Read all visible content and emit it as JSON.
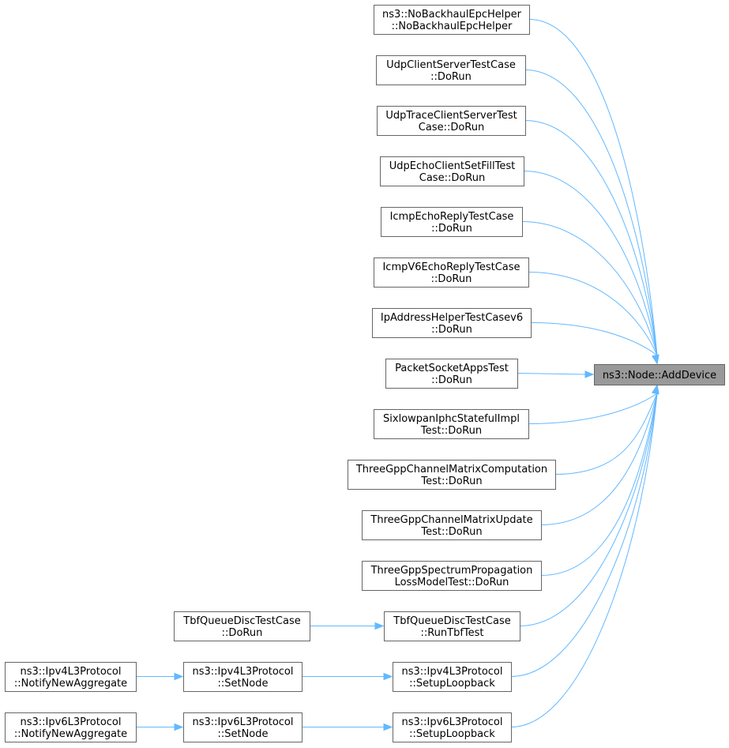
{
  "graph": {
    "target": {
      "lines": [
        "ns3::Node::AddDevice"
      ]
    },
    "nodes": {
      "nobackhaul": {
        "lines": [
          "ns3::NoBackhaulEpcHelper",
          "::NoBackhaulEpcHelper"
        ]
      },
      "udpcs": {
        "lines": [
          "UdpClientServerTestCase",
          "::DoRun"
        ]
      },
      "udptrace": {
        "lines": [
          "UdpTraceClientServerTest",
          "Case::DoRun"
        ]
      },
      "udpecho": {
        "lines": [
          "UdpEchoClientSetFillTest",
          "Case::DoRun"
        ]
      },
      "icmpecho": {
        "lines": [
          "IcmpEchoReplyTestCase",
          "::DoRun"
        ]
      },
      "icmpv6": {
        "lines": [
          "IcmpV6EchoReplyTestCase",
          "::DoRun"
        ]
      },
      "ipaddr": {
        "lines": [
          "IpAddressHelperTestCasev6",
          "::DoRun"
        ]
      },
      "packetsocket": {
        "lines": [
          "PacketSocketAppsTest",
          "::DoRun"
        ]
      },
      "sixlowpan": {
        "lines": [
          "SixlowpanIphcStatefulImpl",
          "Test::DoRun"
        ]
      },
      "threegppcomp": {
        "lines": [
          "ThreeGppChannelMatrixComputation",
          "Test::DoRun"
        ]
      },
      "threegppupd": {
        "lines": [
          "ThreeGppChannelMatrixUpdate",
          "Test::DoRun"
        ]
      },
      "threegppspec": {
        "lines": [
          "ThreeGppSpectrumPropagation",
          "LossModelTest::DoRun"
        ]
      },
      "tbfrun": {
        "lines": [
          "TbfQueueDiscTestCase",
          "::RunTbfTest"
        ]
      },
      "tbfdorun": {
        "lines": [
          "TbfQueueDiscTestCase",
          "::DoRun"
        ]
      },
      "ipv4loop": {
        "lines": [
          "ns3::Ipv4L3Protocol",
          "::SetupLoopback"
        ]
      },
      "ipv4setnode": {
        "lines": [
          "ns3::Ipv4L3Protocol",
          "::SetNode"
        ]
      },
      "ipv4notify": {
        "lines": [
          "ns3::Ipv4L3Protocol",
          "::NotifyNewAggregate"
        ]
      },
      "ipv6loop": {
        "lines": [
          "ns3::Ipv6L3Protocol",
          "::SetupLoopback"
        ]
      },
      "ipv6setnode": {
        "lines": [
          "ns3::Ipv6L3Protocol",
          "::SetNode"
        ]
      },
      "ipv6notify": {
        "lines": [
          "ns3::Ipv6L3Protocol",
          "::NotifyNewAggregate"
        ]
      }
    },
    "edges": [
      {
        "from": "nobackhaul",
        "to": "target"
      },
      {
        "from": "udpcs",
        "to": "target"
      },
      {
        "from": "udptrace",
        "to": "target"
      },
      {
        "from": "udpecho",
        "to": "target"
      },
      {
        "from": "icmpecho",
        "to": "target"
      },
      {
        "from": "icmpv6",
        "to": "target"
      },
      {
        "from": "ipaddr",
        "to": "target"
      },
      {
        "from": "packetsocket",
        "to": "target"
      },
      {
        "from": "sixlowpan",
        "to": "target"
      },
      {
        "from": "threegppcomp",
        "to": "target"
      },
      {
        "from": "threegppupd",
        "to": "target"
      },
      {
        "from": "threegppspec",
        "to": "target"
      },
      {
        "from": "tbfrun",
        "to": "target"
      },
      {
        "from": "ipv4loop",
        "to": "target"
      },
      {
        "from": "ipv6loop",
        "to": "target"
      },
      {
        "from": "tbfdorun",
        "to": "tbfrun"
      },
      {
        "from": "ipv4setnode",
        "to": "ipv4loop"
      },
      {
        "from": "ipv4notify",
        "to": "ipv4setnode"
      },
      {
        "from": "ipv6setnode",
        "to": "ipv6loop"
      },
      {
        "from": "ipv6notify",
        "to": "ipv6setnode"
      }
    ],
    "colors": {
      "edge": "#63b8ff",
      "node_border": "#666666",
      "focus_fill": "#999999"
    }
  }
}
